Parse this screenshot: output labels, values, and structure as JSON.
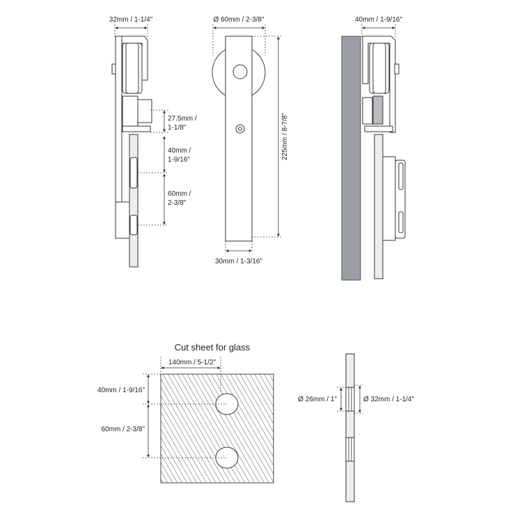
{
  "side_view": {
    "width_label": "32mm / 1-1/4\"",
    "gap_label_1": "27.5mm /",
    "gap_label_2": "1-1/8\"",
    "hole1_label_1": "40mm /",
    "hole1_label_2": "1-9/16\"",
    "hole2_label_1": "60mm /",
    "hole2_label_2": "2-3/8\""
  },
  "front_view": {
    "wheel_label": "Ø 60mm / 2-3/8\"",
    "height_label": "225mm / 8-7/8\"",
    "bar_width_label": "30mm / 1-3/16\""
  },
  "wall_view": {
    "width_label": "40mm / 1-9/16\""
  },
  "cut_sheet": {
    "title": "Cut sheet for glass",
    "offset_label": "140mm / 5-1/2\"",
    "hole1_label": "40mm / 1-9/16\"",
    "hole2_label": "60mm / 2-3/8\"",
    "inner_dia_label": "Ø 26mm / 1\"",
    "outer_dia_label": "Ø 32mm / 1-1/4\""
  },
  "colors": {
    "line": "#333333",
    "wall": "#9b9ea3",
    "hatch": "#555555"
  }
}
